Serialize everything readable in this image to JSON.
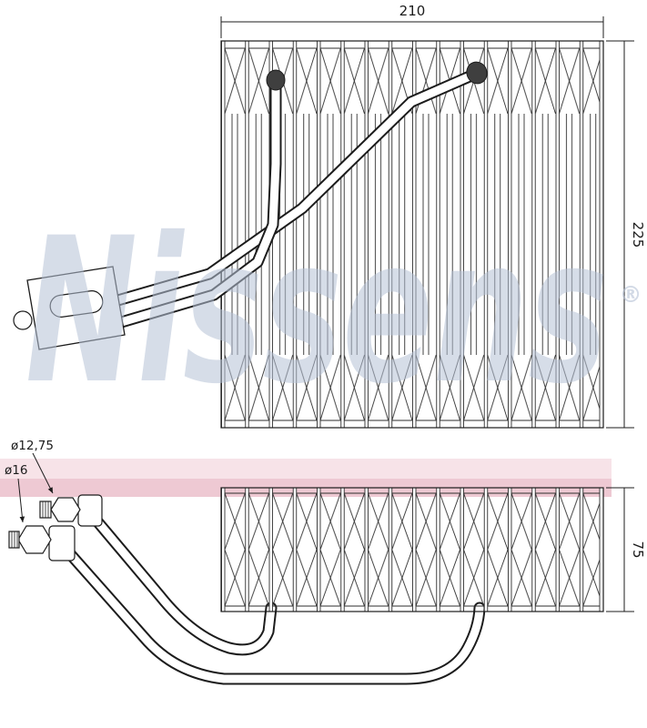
{
  "watermark": {
    "text": "Nissens",
    "registered_mark": "®"
  },
  "dimensions": {
    "top_width": "210",
    "right_height": "225",
    "bottom_depth": "75",
    "pipe_diameter_small": "ø12,75",
    "pipe_diameter_large": "ø16"
  },
  "colors": {
    "line": "#1c1c1c",
    "watermark_blue": "#b6c2d6",
    "stripe_light_pink": "#f7e3e8",
    "stripe_dark_pink": "#eec9d3"
  }
}
